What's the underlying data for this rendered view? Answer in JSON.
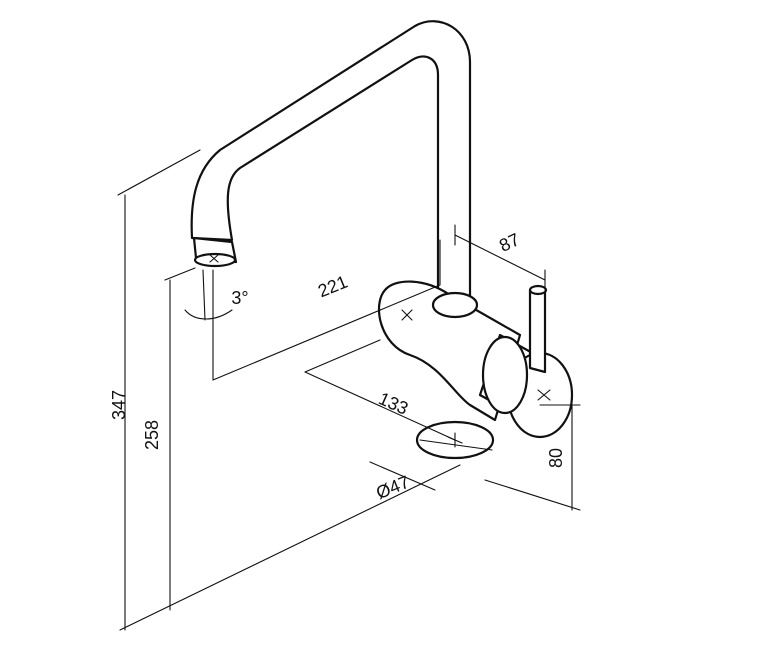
{
  "diagram": {
    "type": "technical-dimension-drawing",
    "subject": "faucet",
    "dimensions": {
      "total_height": "347",
      "spout_height": "258",
      "spout_reach": "221",
      "lever_depth": "87",
      "body_offset": "133",
      "base_diameter": "Ø47",
      "lever_height": "80",
      "swivel_angle": "3°"
    }
  }
}
